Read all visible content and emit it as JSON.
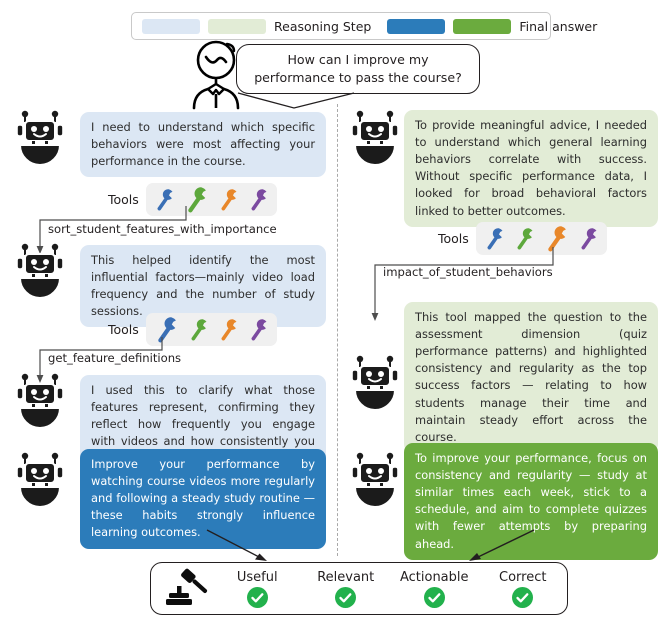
{
  "legend": {
    "reasoning_label": "Reasoning Step",
    "final_label": "Final answer",
    "swatch_reasoning_blue": "#dce7f4",
    "swatch_reasoning_green": "#e2ecd6",
    "swatch_final_blue": "#2c7cba",
    "swatch_final_green": "#6bab3e"
  },
  "user": {
    "question": "How can I improve my performance to pass the course?",
    "icon": "person-icon"
  },
  "tools_label": "Tools",
  "tool_colors": {
    "blue": "#3a6fb5",
    "green": "#5da83c",
    "orange": "#e8872a",
    "purple": "#7b4aa0"
  },
  "left_branch": {
    "steps": [
      {
        "robot_icon": "robot-icon",
        "text": "I need to understand which specific behaviors were most affecting your performance in the course.",
        "kind": "reasoning",
        "tools_selected": "green",
        "tool_name": "sort_student_features_with_importance"
      },
      {
        "robot_icon": "robot-icon",
        "text": "This helped identify the most influential factors—mainly video load frequency and the number of study sessions.",
        "kind": "reasoning",
        "tools_selected": "blue",
        "tool_name": "get_feature_definitions"
      },
      {
        "robot_icon": "robot-icon",
        "text": "I used this to clarify what those features represent, confirming they reflect how frequently you engage with videos and how consistently you study.",
        "kind": "reasoning"
      }
    ],
    "final_answer": {
      "robot_icon": "robot-icon",
      "text": "Improve your performance by watching course videos more regularly and following a steady study routine — these habits strongly influence learning outcomes."
    }
  },
  "right_branch": {
    "steps": [
      {
        "robot_icon": "robot-icon",
        "text": "To provide meaningful advice, I needed to understand which general learning behaviors correlate with success. Without specific performance data, I looked for broad behavioral factors linked to better outcomes.",
        "kind": "reasoning",
        "tools_selected": "orange",
        "tool_name": "impact_of_student_behaviors"
      },
      {
        "robot_icon": "robot-icon",
        "text": "This tool mapped the question to the assessment dimension (quiz performance patterns) and highlighted consistency and regularity as the top success factors — relating to how students manage their time and maintain steady effort across the course.",
        "kind": "reasoning"
      }
    ],
    "final_answer": {
      "robot_icon": "robot-icon",
      "text": "To improve your performance, focus on consistency and regularity — study at similar times each week, stick to a schedule, and aim to complete quizzes with fewer attempts by preparing ahead."
    }
  },
  "judge": {
    "icon": "gavel-icon",
    "criteria": [
      {
        "label": "Useful",
        "status": "check"
      },
      {
        "label": "Relevant",
        "status": "check"
      },
      {
        "label": "Actionable",
        "status": "check"
      },
      {
        "label": "Correct",
        "status": "check"
      }
    ],
    "check_color": "#22b14c"
  }
}
